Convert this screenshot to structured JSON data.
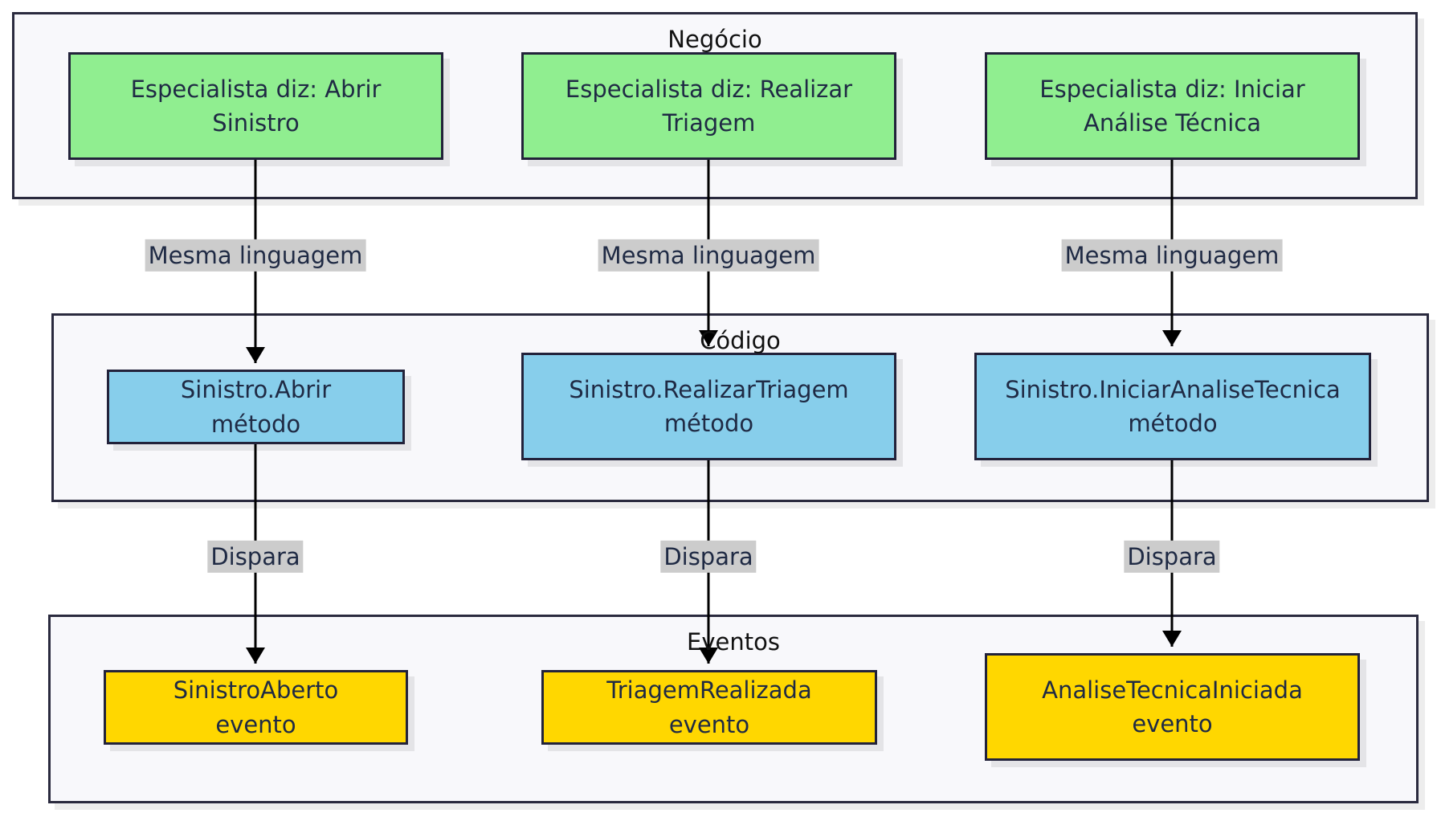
{
  "groups": {
    "negocio": {
      "title": "Negócio"
    },
    "codigo": {
      "title": "Código"
    },
    "eventos": {
      "title": "Eventos"
    }
  },
  "nodes": {
    "n1": [
      "Especialista diz: Abrir",
      "Sinistro"
    ],
    "n2": [
      "Especialista diz: Realizar",
      "Triagem"
    ],
    "n3": [
      "Especialista diz: Iniciar",
      "Análise Técnica"
    ],
    "c1": [
      "Sinistro.Abrir método"
    ],
    "c2": [
      "Sinistro.RealizarTriagem",
      "método"
    ],
    "c3": [
      "Sinistro.IniciarAnaliseTecnica",
      "método"
    ],
    "e1": [
      "SinistroAberto evento"
    ],
    "e2": [
      "TriagemRealizada evento"
    ],
    "e3": [
      "AnaliseTecnicaIniciada",
      "evento"
    ]
  },
  "edges": {
    "l1": "Mesma linguagem",
    "l2": "Mesma linguagem",
    "l3": "Mesma linguagem",
    "d1": "Dispara",
    "d2": "Dispara",
    "d3": "Dispara"
  },
  "colors": {
    "negocio_node": "#90ee90",
    "codigo_node": "#87ceeb",
    "eventos_node": "#ffd700",
    "edge_label_bg": "#cccccc",
    "cluster_bg": "#f8f8fb"
  }
}
